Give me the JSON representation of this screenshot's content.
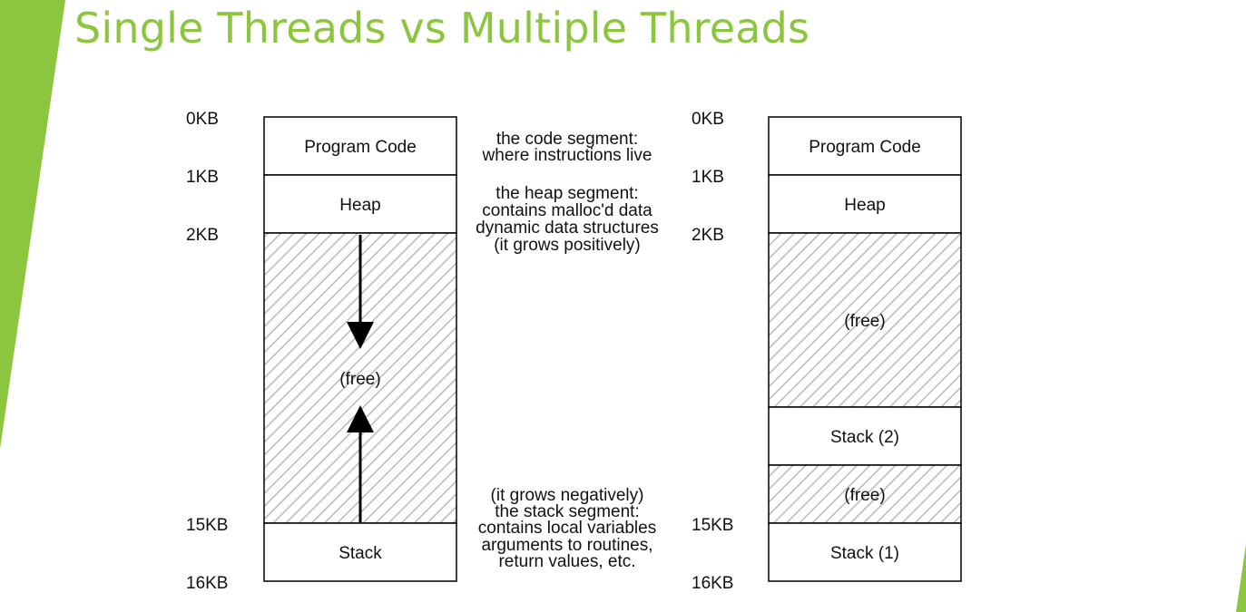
{
  "title": "Single Threads vs Multiple Threads",
  "colors": {
    "accent": "#8cc63f",
    "free_hatch": "#b9b9b9",
    "outline": "#000000"
  },
  "address_labels": [
    "0KB",
    "1KB",
    "2KB",
    "15KB",
    "16KB"
  ],
  "single": {
    "segments": [
      "Program Code",
      "Heap",
      "(free)",
      "Stack"
    ]
  },
  "multi": {
    "segments": [
      "Program Code",
      "Heap",
      "(free)",
      "Stack (2)",
      "(free)",
      "Stack (1)"
    ]
  },
  "annotations": {
    "code": [
      "the code segment:",
      "where instructions live"
    ],
    "heap": [
      "the heap segment:",
      "contains malloc'd data",
      "dynamic data structures",
      "(it grows positively)"
    ],
    "stack": [
      "(it grows negatively)",
      "the stack segment:",
      "contains local variables",
      "arguments to routines,",
      "return values, etc."
    ]
  }
}
